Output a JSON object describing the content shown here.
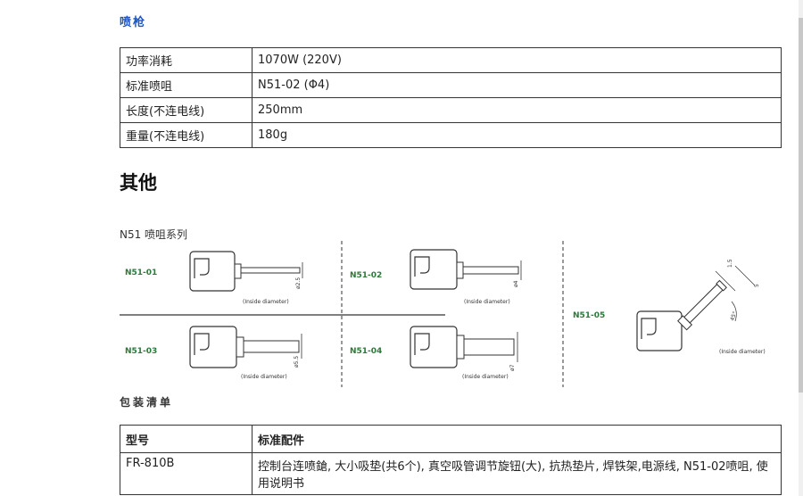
{
  "section": {
    "title": "喷枪"
  },
  "spec_rows": [
    {
      "label": "功率消耗",
      "value": "1070W (220V)"
    },
    {
      "label": "标准喷咀",
      "value": "N51-02 (Φ4)"
    },
    {
      "label": "长度(不连电线)",
      "value": "250mm"
    },
    {
      "label": "重量(不连电线)",
      "value": "180g"
    }
  ],
  "other": {
    "heading": "其他"
  },
  "figure": {
    "caption": "N51 喷咀系列",
    "nozzles": [
      {
        "name": "N51-01",
        "dim": "ø2.5",
        "note": "(Inside diameter)"
      },
      {
        "name": "N51-02",
        "dim": "ø4",
        "note": "(Inside diameter)"
      },
      {
        "name": "N51-03",
        "dim": "ø5.5",
        "note": "(Inside diameter)"
      },
      {
        "name": "N51-04",
        "dim": "ø7",
        "note": "(Inside diameter)"
      },
      {
        "name": "N51-05",
        "dim": "45°",
        "dim2": "1.5",
        "dim3": "5",
        "note": "(Inside diameter)"
      }
    ]
  },
  "packing": {
    "title": "包装清单",
    "headers": {
      "model": "型号",
      "accessories": "标准配件"
    },
    "rows": [
      {
        "model": "FR-810B",
        "accessories": "控制台连喷鎗, 大小吸垫(共6个), 真空吸管调节旋钮(大), 抗热垫片, 焊铁架,电源线, N51-02喷咀, 使用说明书"
      }
    ]
  }
}
